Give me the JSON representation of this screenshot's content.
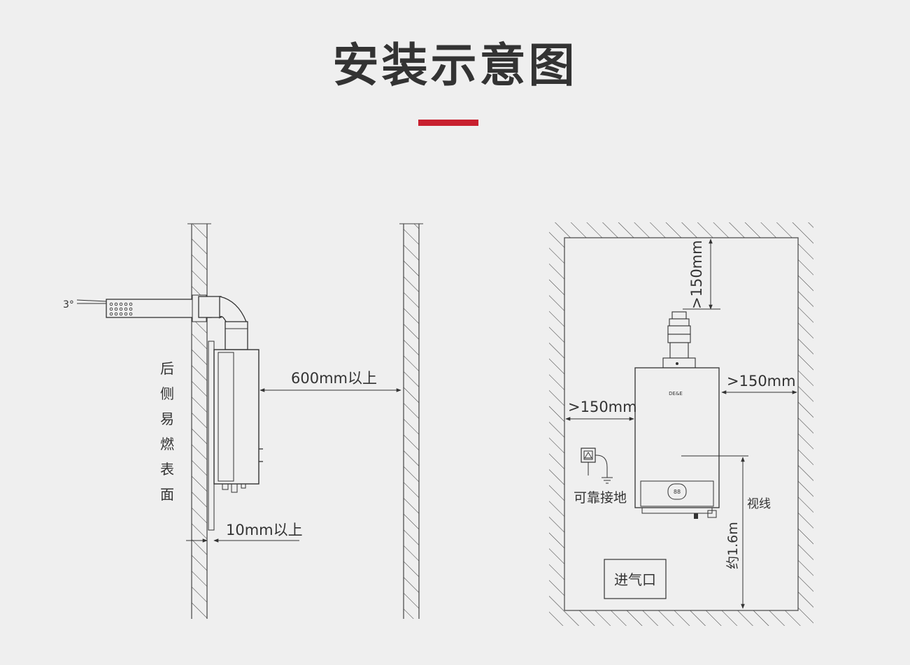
{
  "title": "安装示意图",
  "accent_color": "#c8202f",
  "left_diagram": {
    "angle_label": "3°",
    "distance_label": "600mm以上",
    "gap_label": "10mm以上",
    "side_label_chars": [
      "后",
      "侧",
      "易",
      "燃",
      "表",
      "面"
    ]
  },
  "right_diagram": {
    "top_clearance": ">150mm",
    "right_clearance": ">150mm",
    "left_clearance": ">150mm",
    "ground_label": "可靠接地",
    "sightline_label": "视线",
    "height_label": "约1.6m",
    "air_inlet_label": "进气口",
    "brand_text": "DE&E",
    "display_text": "88"
  }
}
